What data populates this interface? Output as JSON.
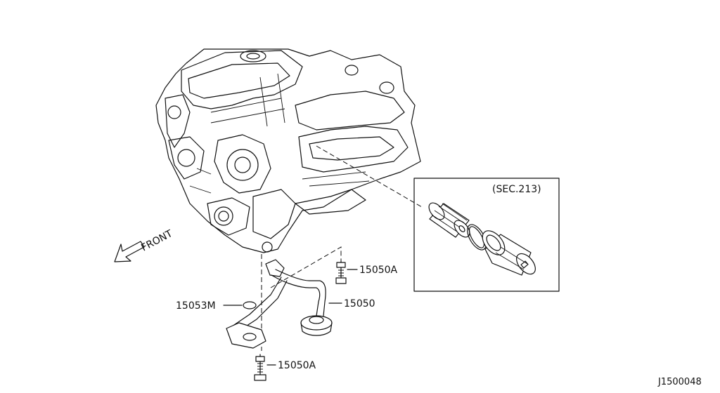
{
  "diagram": {
    "front_label": "FRONT",
    "section_ref": "(SEC.213)",
    "callouts": {
      "bolt_upper": "15050A",
      "tube": "15050",
      "oring": "15053M",
      "bolt_lower": "15050A"
    },
    "drawing_code": "J1500048"
  }
}
